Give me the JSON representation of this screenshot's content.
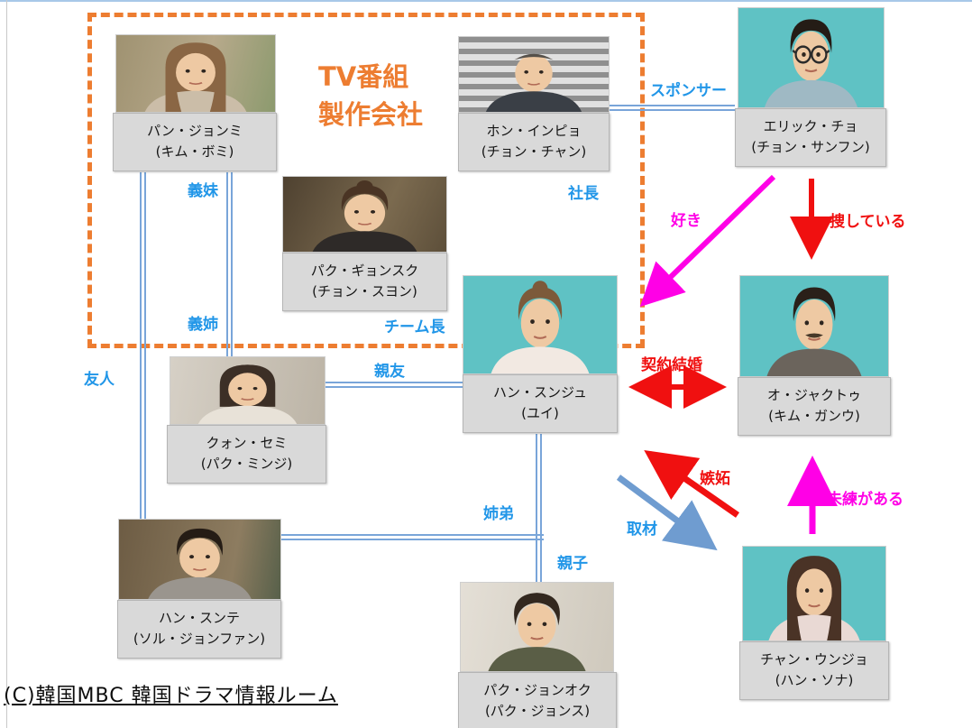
{
  "group": {
    "title": "TV番組\n製作会社"
  },
  "characters": [
    {
      "id": "pan-jongmi",
      "name": "パン・ジョンミ",
      "actor": "(キム・ボミ)"
    },
    {
      "id": "hong-inpyo",
      "name": "ホン・インピョ",
      "actor": "(チョン・チャン)"
    },
    {
      "id": "eric-cho",
      "name": "エリック・チョ",
      "actor": "(チョン・サンフン)"
    },
    {
      "id": "park-gyongsuk",
      "name": "パク・ギョンスク",
      "actor": "(チョン・スヨン)"
    },
    {
      "id": "han-sunju",
      "name": "ハン・スンジュ",
      "actor": "(ユイ)"
    },
    {
      "id": "o-jaktu",
      "name": "オ・ジャクトゥ",
      "actor": "(キム・ガンウ)"
    },
    {
      "id": "kwon-semi",
      "name": "クォン・セミ",
      "actor": "(パク・ミンジ)"
    },
    {
      "id": "han-sunte",
      "name": "ハン・スンテ",
      "actor": "(ソル・ジョンファン)"
    },
    {
      "id": "park-jongok",
      "name": "パク・ジョンオク",
      "actor": "(パク・ジョンス)"
    },
    {
      "id": "chang-unjo",
      "name": "チャン・ウンジョ",
      "actor": "(ハン・ソナ)"
    }
  ],
  "labels": [
    {
      "text": "義妹",
      "color": "blue",
      "from": "pan-jongmi",
      "to": "kwon-semi"
    },
    {
      "text": "義姉",
      "color": "blue",
      "from": "pan-jongmi",
      "to": "kwon-semi"
    },
    {
      "text": "友人",
      "color": "blue",
      "from": "pan-jongmi",
      "to": "han-sunte"
    },
    {
      "text": "親友",
      "color": "blue",
      "from": "kwon-semi",
      "to": "han-sunju"
    },
    {
      "text": "スポンサー",
      "color": "blue",
      "from": "hong-inpyo",
      "to": "eric-cho"
    },
    {
      "text": "社長",
      "color": "blue",
      "role_of": "hong-inpyo"
    },
    {
      "text": "チーム長",
      "color": "blue",
      "role_of": "park-gyongsuk"
    },
    {
      "text": "姉弟",
      "color": "blue",
      "from": "han-sunte",
      "to": "han-sunju"
    },
    {
      "text": "親子",
      "color": "blue",
      "from": "han-sunju",
      "to": "park-jongok"
    },
    {
      "text": "取材",
      "color": "blue",
      "from": "han-sunju",
      "to": "chang-unjo"
    },
    {
      "text": "契約結婚",
      "color": "red",
      "from": "han-sunju",
      "to": "o-jaktu"
    },
    {
      "text": "捜している",
      "color": "red",
      "from": "eric-cho",
      "to": "o-jaktu"
    },
    {
      "text": "嫉妬",
      "color": "red",
      "from": "chang-unjo",
      "to": "han-sunju"
    },
    {
      "text": "好き",
      "color": "magenta",
      "from": "eric-cho",
      "to": "han-sunju"
    },
    {
      "text": "未練がある",
      "color": "magenta",
      "from": "chang-unjo",
      "to": "o-jaktu"
    }
  ],
  "copyright": "(C)韓国MBC 韓国ドラマ情報ルーム",
  "colors": {
    "label_blue": "#2196e8",
    "label_red": "#f01010",
    "label_magenta": "#ff00e6",
    "group_orange": "#ed7d31",
    "connector_blue": "#79a5d9",
    "plate_gray": "#d9d9d9"
  }
}
